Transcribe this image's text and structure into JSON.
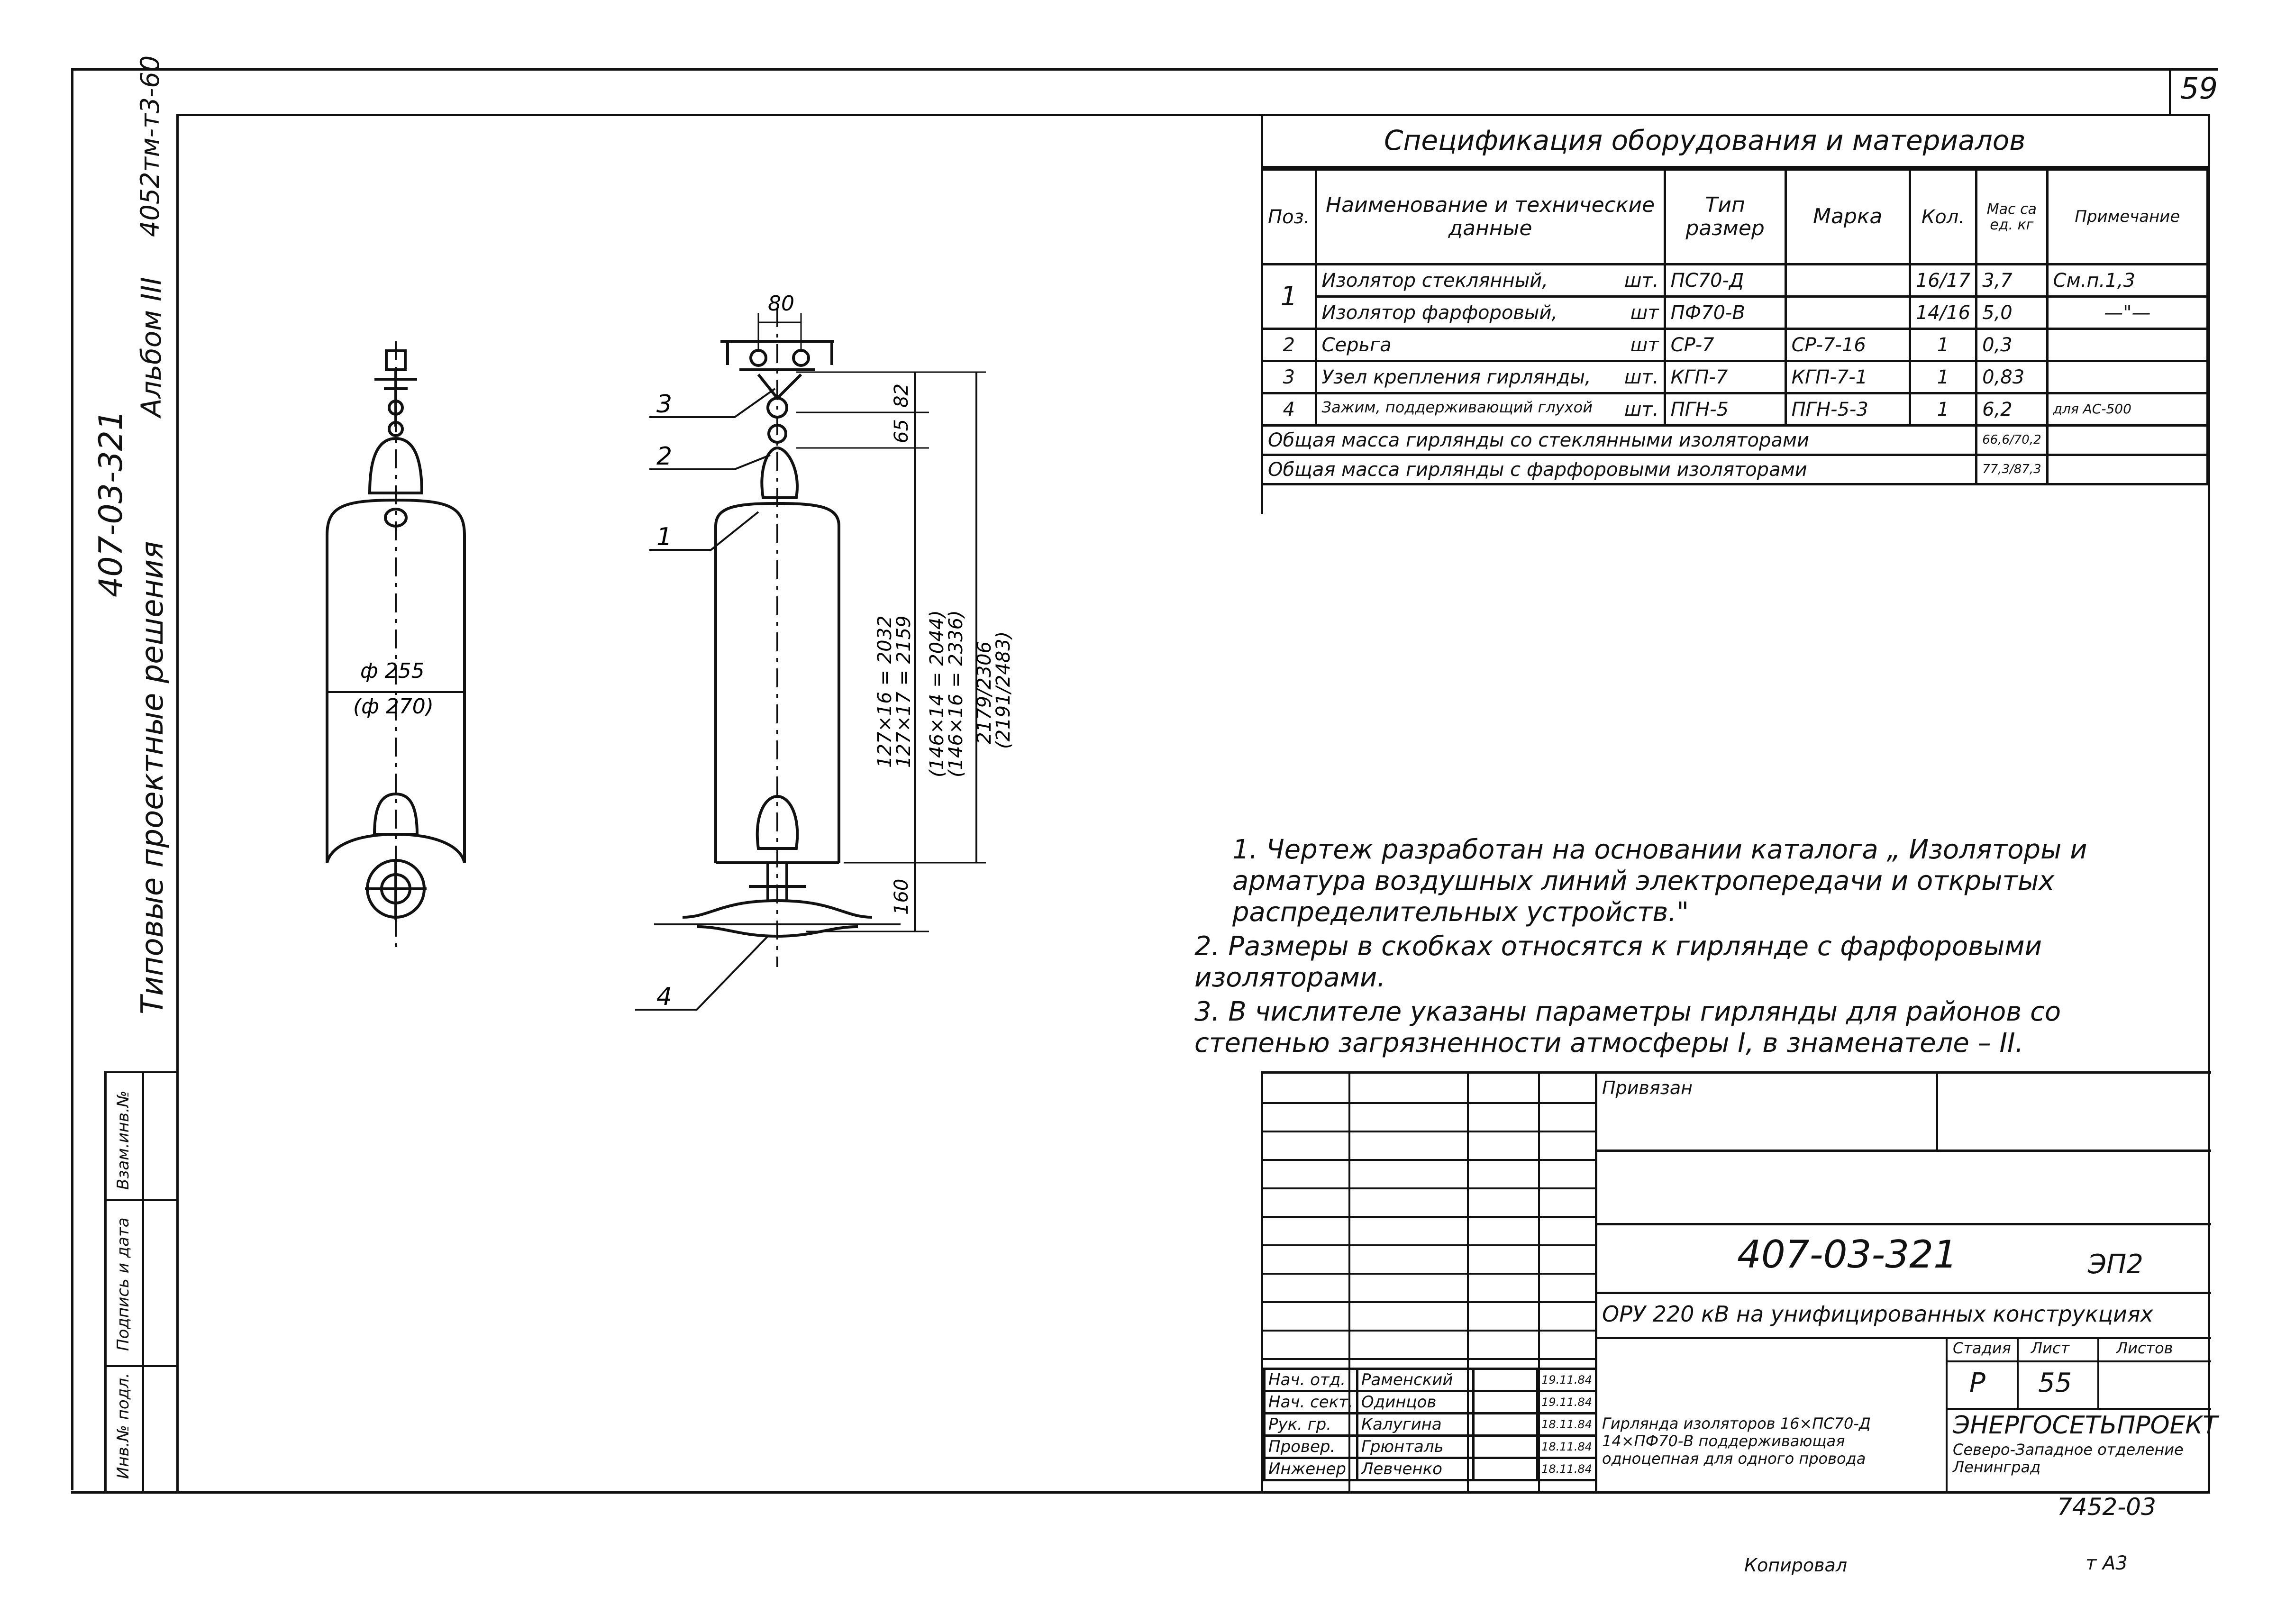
{
  "sheet": {
    "page_number": "59",
    "code_top_left": "407-03-321",
    "series_vertical": "Типовые проектные решения",
    "album_vertical": "Альбом III",
    "project_vertical": "4052тм-т3-60",
    "left_boxes": [
      "Инв.№ подл.",
      "Подпись и дата",
      "Взам.инв.№"
    ]
  },
  "spec": {
    "title": "Спецификация оборудования и материалов",
    "headers": {
      "pos": "Поз.",
      "name": "Наименование и технические данные",
      "type": "Тип размер",
      "mark": "Марка",
      "qty": "Кол.",
      "mass": "Мас са ед. кг",
      "note": "Примечание"
    },
    "rows": [
      {
        "pos": "1",
        "name": "Изолятор стеклянный,",
        "unit": "шт.",
        "type": "ПС70-Д",
        "mark": "",
        "qty": "16/17",
        "mass": "3,7",
        "note": "См.п.1,3"
      },
      {
        "pos": "",
        "name": "Изолятор фарфоровый,",
        "unit": "шт",
        "type": "ПФ70-В",
        "mark": "",
        "qty": "14/16",
        "mass": "5,0",
        "note": "—\"—"
      },
      {
        "pos": "2",
        "name": "Серьга",
        "unit": "шт",
        "type": "СР-7",
        "mark": "СР-7-16",
        "qty": "1",
        "mass": "0,3",
        "note": ""
      },
      {
        "pos": "3",
        "name": "Узел крепления гирлянды,",
        "unit": "шт.",
        "type": "КГП-7",
        "mark": "КГП-7-1",
        "qty": "1",
        "mass": "0,83",
        "note": ""
      },
      {
        "pos": "4",
        "name": "Зажим, поддерживающий глухой",
        "unit": "шт.",
        "type": "ПГН-5",
        "mark": "ПГН-5-3",
        "qty": "1",
        "mass": "6,2",
        "note": "для АС-500"
      }
    ],
    "totals": [
      {
        "label": "Общая масса гирлянды со стеклянными изоляторами",
        "value": "66,6/70,2"
      },
      {
        "label": "Общая масса гирлянды с фарфоровыми изоляторами",
        "value": "77,3/87,3"
      }
    ]
  },
  "drawing": {
    "left_view": {
      "dia_main": "ф 255",
      "dia_alt": "(ф 270)"
    },
    "right_view": {
      "top_dim": "80",
      "dim_82": "82",
      "dim_65": "65",
      "dim_160": "160",
      "chain_lines": [
        "127×16 = 2032",
        "127×17 = 2159",
        "(146×14 = 2044)",
        "(146×16 = 2336)",
        "2179/2306",
        "(2191/2483)"
      ],
      "callouts": [
        "3",
        "2",
        "1",
        "4"
      ]
    }
  },
  "notes": [
    "1. Чертеж разработан на основании каталога „ Изоляторы и арматура воздушных линий электропередачи и открытых распределительных устройств.\"",
    "2. Размеры в скобках относятся к гирлянде с фарфоровыми изоляторами.",
    "3. В числителе указаны параметры гирлянды для районов со степенью загрязненности атмосферы I, в знаменателе – II."
  ],
  "title_block": {
    "privyazan": "Привязан",
    "code": "407-03-321",
    "sheet_code": "ЭП2",
    "project_title": "ОРУ 220 кВ на унифицированных конструкциях",
    "stage_label": "Стадия",
    "sheet_label": "Лист",
    "sheets_label": "Листов",
    "stage": "Р",
    "sheet": "55",
    "drawing_title": "Гирлянда изоляторов 16×ПС70-Д 14×ПФ70-В поддерживающая одноцепная для одного провода",
    "org_name": "ЭНЕРГОСЕТЬПРОЕКТ",
    "org_branch": "Северо-Западное отделение Ленинград",
    "signers": [
      {
        "role": "Нач. отд.",
        "name": "Раменский",
        "date": "19.11.84"
      },
      {
        "role": "Нач. сект.",
        "name": "Одинцов",
        "date": "19.11.84"
      },
      {
        "role": "Рук. гр.",
        "name": "Калугина",
        "date": "18.11.84"
      },
      {
        "role": "Провер.",
        "name": "Грюнталь",
        "date": "18.11.84"
      },
      {
        "role": "Инженер",
        "name": "Левченко",
        "date": "18.11.84"
      }
    ],
    "inv_number": "7452-03",
    "copied": "Копировал",
    "format": "т А3"
  }
}
